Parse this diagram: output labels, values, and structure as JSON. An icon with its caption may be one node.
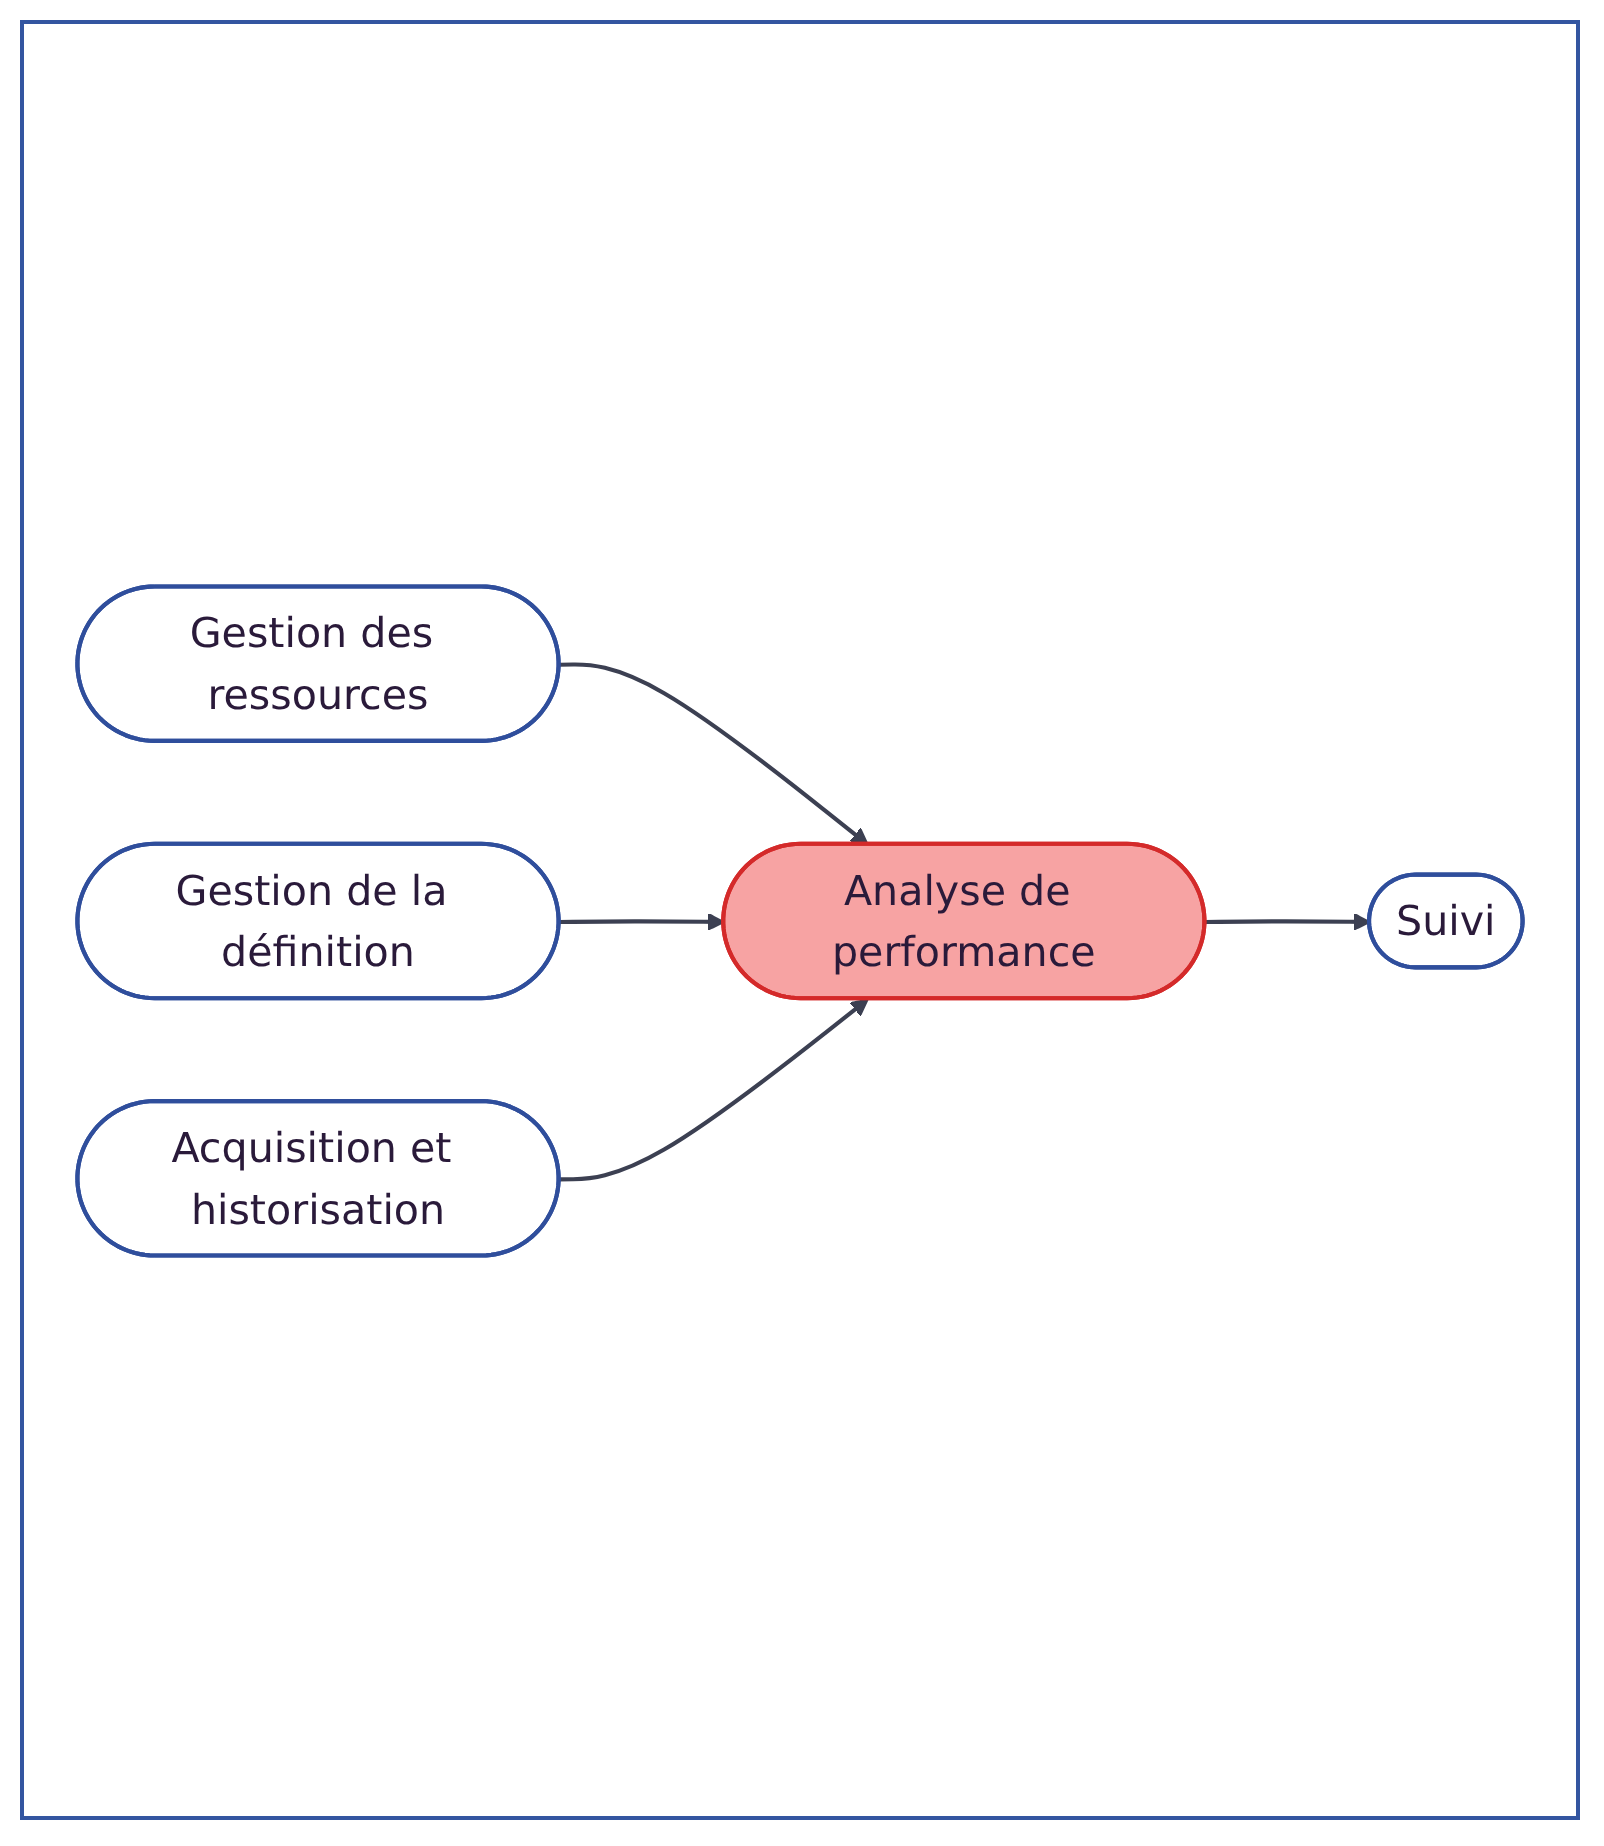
{
  "diagram": {
    "nodes": [
      {
        "text": [
          "Suivi"
        ]
      },
      {
        "text": [
          "Gestion des ressources"
        ]
      },
      {
        "text": [
          "Gestion de la définition"
        ]
      },
      {
        "text": [
          "Acquisition et historisation"
        ]
      },
      {
        "text": [
          "Analyse de performance"
        ]
      }
    ],
    "edges": [
      {
        "from": 4,
        "to": 0,
        "arrow": "to"
      },
      {
        "from": 1,
        "to": 4,
        "arrow": "to"
      },
      {
        "from": 2,
        "to": 4,
        "arrow": "to"
      },
      {
        "from": 3,
        "to": 4,
        "arrow": "to"
      }
    ]
  }
}
